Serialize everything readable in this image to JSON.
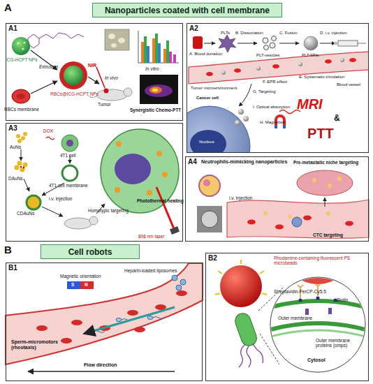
{
  "diagram": {
    "nodes": [
      {
        "text": [
          "Nanoparticles coated with cell membrane"
        ]
      },
      {
        "text": [
          "A1"
        ]
      },
      {
        "text": [
          "A2"
        ]
      },
      {
        "text": [
          "A3"
        ]
      },
      {
        "text": [
          "A4"
        ]
      },
      {
        "text": [
          "Cell robots"
        ]
      },
      {
        "text": [
          "B1"
        ]
      },
      {
        "text": [
          "B2"
        ]
      }
    ],
    "labels": [
      "A",
      "ICG-HCPT NPs",
      "RBCs membrane",
      "Extrusion",
      "RBCs@ICG-HCPT NPs",
      "NIR",
      "Tumor",
      "In vitro",
      "In vivo",
      "Synergistic Chemo-PTT",
      "A. Blood donation",
      "PLTs",
      "B. Dissociation",
      "PLT-vesicles",
      "C. Fusion",
      "PLT-MNs",
      "D. i.v. injection",
      "E. Systematic circulation",
      "Blood vessel",
      "F. EPR effect",
      "Tumor microenvironment",
      "Cancer cell",
      "G. Targeting",
      "I. Optical absorption",
      "H. Magnetism",
      "Nucleus",
      "MRI",
      "&",
      "PTT",
      "AuNs",
      "DOX",
      "4T1 cell",
      "DAuNs",
      "4T1 cell membrane",
      "CDAuNs",
      "i.v. injection",
      "Homotypic targeting",
      "Photothermal heating",
      "808 nm laser",
      "Neutrophils-mimicking nanoparticles",
      "Pre-metastatic niche targeting",
      "i.v. injection",
      "CTC targeting",
      "B",
      "Magnetic orientation",
      "S",
      "N",
      "Heparin-loaded liposomes",
      "Sperm-micromotors (rheotaxis)",
      "Flow direction",
      "Rhodamine-containing fluorescent PS microbeads",
      "Streptavidin-PerCP-Cy5.5",
      "Biotin",
      "Outer membrane",
      "Outer membrane proteins (omps)",
      "Cytosol"
    ]
  }
}
